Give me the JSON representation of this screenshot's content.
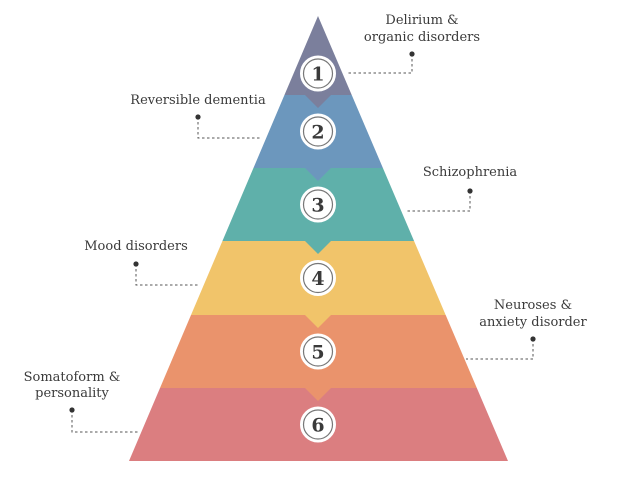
{
  "levels": [
    {
      "number": "1",
      "color": "#7b7f9c",
      "label_lines": [
        "Delirium &",
        "organic disorders"
      ]
    },
    {
      "number": "2",
      "color": "#6c97bd",
      "label_lines": [
        "Reversible dementia"
      ]
    },
    {
      "number": "3",
      "color": "#5fb0aa",
      "label_lines": [
        "Schizophrenia"
      ]
    },
    {
      "number": "4",
      "color": "#f1c46a",
      "label_lines": [
        "Mood disorders"
      ]
    },
    {
      "number": "5",
      "color": "#ea936c",
      "label_lines": [
        "Neuroses &",
        "anxiety disorder"
      ]
    },
    {
      "number": "6",
      "color": "#db7e80",
      "label_lines": [
        "Somatoform &",
        "personality"
      ]
    }
  ]
}
